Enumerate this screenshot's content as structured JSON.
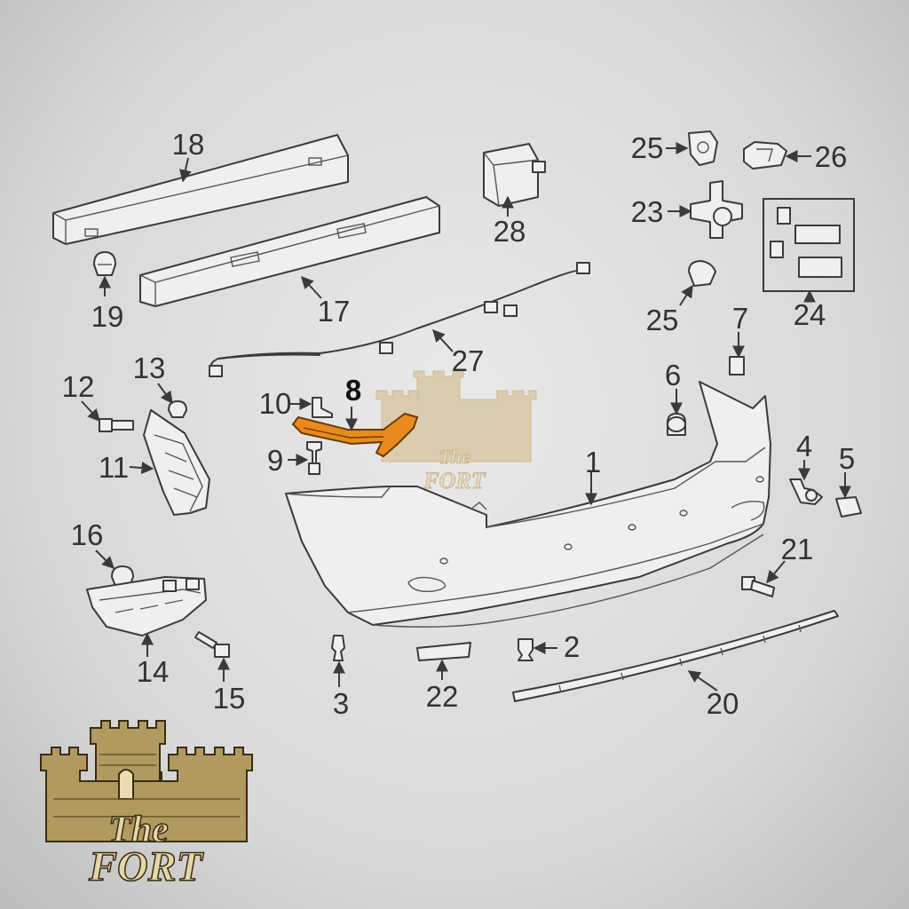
{
  "callouts": [
    {
      "id": "1",
      "label": "1"
    },
    {
      "id": "2",
      "label": "2"
    },
    {
      "id": "3",
      "label": "3"
    },
    {
      "id": "4",
      "label": "4"
    },
    {
      "id": "5",
      "label": "5"
    },
    {
      "id": "6",
      "label": "6"
    },
    {
      "id": "7",
      "label": "7"
    },
    {
      "id": "8",
      "label": "8",
      "highlighted": true
    },
    {
      "id": "9",
      "label": "9"
    },
    {
      "id": "10",
      "label": "10"
    },
    {
      "id": "11",
      "label": "11"
    },
    {
      "id": "12",
      "label": "12"
    },
    {
      "id": "13",
      "label": "13"
    },
    {
      "id": "14",
      "label": "14"
    },
    {
      "id": "15",
      "label": "15"
    },
    {
      "id": "16",
      "label": "16"
    },
    {
      "id": "17",
      "label": "17"
    },
    {
      "id": "18",
      "label": "18"
    },
    {
      "id": "19",
      "label": "19"
    },
    {
      "id": "20",
      "label": "20"
    },
    {
      "id": "21",
      "label": "21"
    },
    {
      "id": "22",
      "label": "22"
    },
    {
      "id": "23",
      "label": "23"
    },
    {
      "id": "24",
      "label": "24"
    },
    {
      "id": "25a",
      "label": "25"
    },
    {
      "id": "25b",
      "label": "25"
    },
    {
      "id": "26",
      "label": "26"
    },
    {
      "id": "27",
      "label": "27"
    },
    {
      "id": "28",
      "label": "28"
    }
  ],
  "logo": {
    "line1": "The",
    "line2": "FORT"
  },
  "watermark": {
    "line1": "The",
    "line2": "FORT"
  },
  "colors": {
    "highlight": "#e98a1c",
    "line": "#3a3a3a",
    "logo_stone": "#b09a60"
  }
}
